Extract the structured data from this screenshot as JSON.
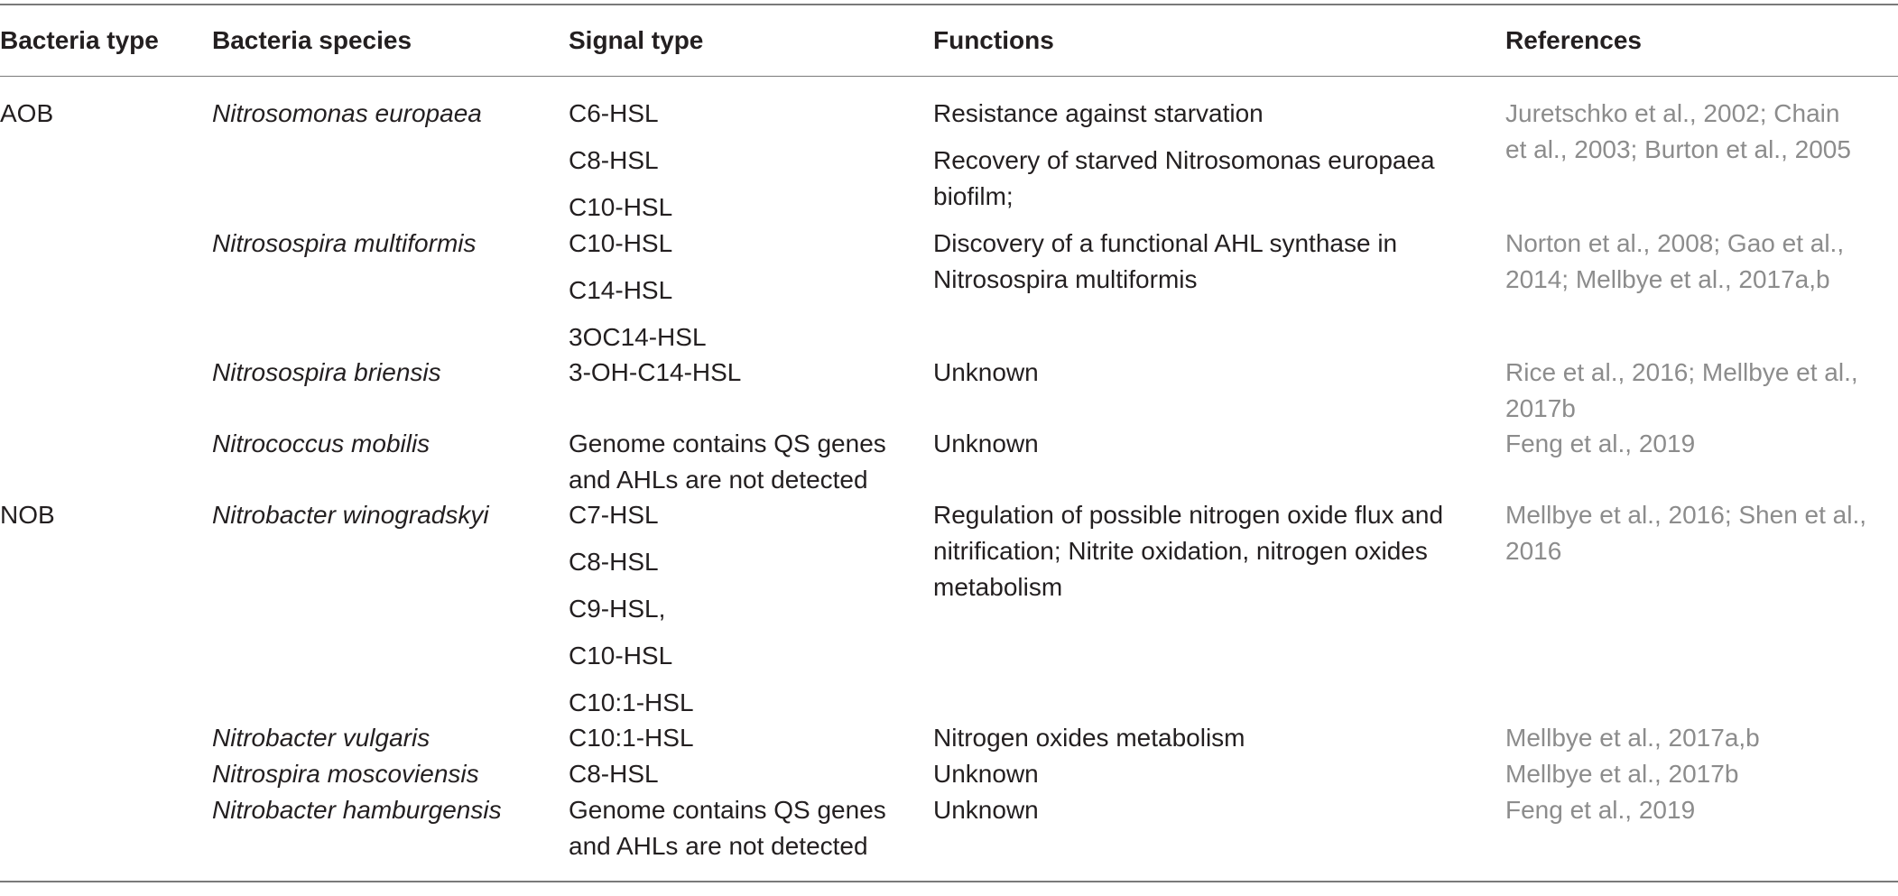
{
  "table": {
    "headers": [
      "Bacteria type",
      "Bacteria species",
      "Signal type",
      "Functions",
      "References"
    ],
    "rows": [
      {
        "type": "AOB",
        "species": "Nitrosomonas europaea",
        "signals": [
          "C6-HSL",
          "C8-HSL",
          "C10-HSL"
        ],
        "functions": [
          "Resistance against starvation",
          "Recovery of starved Nitrosomonas europaea",
          "biofilm;"
        ],
        "references": [
          "Juretschko et al., 2002; Chain",
          "et al., 2003; Burton et al., 2005"
        ]
      },
      {
        "type": "",
        "species": "Nitrosospira multiformis",
        "signals": [
          "C10-HSL",
          "C14-HSL",
          "3OC14-HSL"
        ],
        "functions": [
          "Discovery of a functional AHL synthase in",
          "Nitrosospira multiformis"
        ],
        "references": [
          "Norton et al., 2008; Gao et al.,",
          "2014; Mellbye et al., 2017a,b"
        ]
      },
      {
        "type": "",
        "species": "Nitrosospira briensis",
        "signals": [
          "3-OH-C14-HSL"
        ],
        "functions": [
          "Unknown"
        ],
        "references": [
          "Rice et al., 2016; Mellbye et al.,",
          "2017b"
        ]
      },
      {
        "type": "",
        "species": "Nitrococcus mobilis",
        "signals": [
          "Genome contains QS genes",
          "and AHLs are not detected"
        ],
        "functions": [
          "Unknown"
        ],
        "references": [
          "Feng et al., 2019"
        ]
      },
      {
        "type": "NOB",
        "species": "Nitrobacter winogradskyi",
        "signals": [
          "C7-HSL",
          "C8-HSL",
          "C9-HSL,",
          "C10-HSL",
          "C10:1-HSL"
        ],
        "functions": [
          "Regulation of possible nitrogen oxide flux and",
          "nitrification; Nitrite oxidation, nitrogen oxides",
          "metabolism"
        ],
        "references": [
          "Mellbye et al., 2016; Shen et al.,",
          "2016"
        ]
      },
      {
        "type": "",
        "species": "Nitrobacter vulgaris",
        "signals": [
          "C10:1-HSL"
        ],
        "functions": [
          "Nitrogen oxides metabolism"
        ],
        "references": [
          "Mellbye et al., 2017a,b"
        ]
      },
      {
        "type": "",
        "species": "Nitrospira moscoviensis",
        "signals": [
          "C8-HSL"
        ],
        "functions": [
          "Unknown"
        ],
        "references": [
          "Mellbye et al., 2017b"
        ]
      },
      {
        "type": "",
        "species": "Nitrobacter hamburgensis",
        "signals": [
          "Genome contains QS genes",
          "and AHLs are not detected"
        ],
        "functions": [
          "Unknown"
        ],
        "references": [
          "Feng et al., 2019"
        ]
      }
    ]
  }
}
